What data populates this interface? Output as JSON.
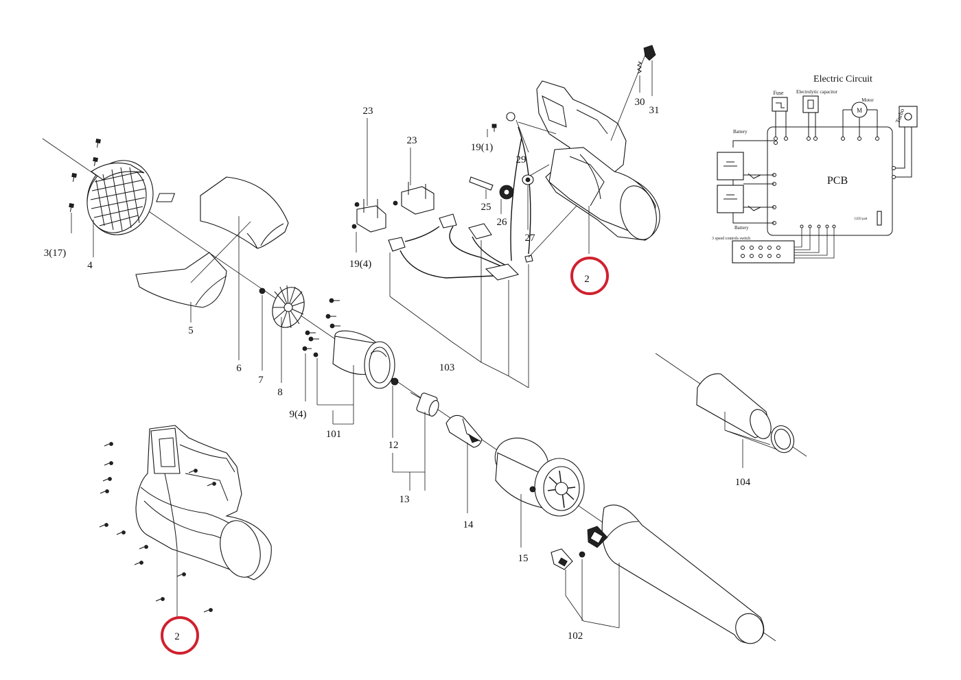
{
  "callouts": {
    "c3_17": "3(17)",
    "c4": "4",
    "c5": "5",
    "c6": "6",
    "c7": "7",
    "c8": "8",
    "c9_4": "9(4)",
    "c101": "101",
    "c12": "12",
    "c13": "13",
    "c14": "14",
    "c15": "15",
    "c102": "102",
    "c104": "104",
    "c103": "103",
    "c19_4": "19(4)",
    "c19_1": "19(1)",
    "c23a": "23",
    "c23b": "23",
    "c25": "25",
    "c26": "26",
    "c27": "27",
    "c29": "29",
    "c30": "30",
    "c31": "31",
    "c2_top": "2",
    "c2_bottom": "2"
  },
  "circuit": {
    "title": "Electric Circuit",
    "pcb": "PCB",
    "fuse": "Fuse",
    "capacitor": "Electrolytic capacitor",
    "motor": "Motor",
    "motor_symbol": "M",
    "turbo": "Turbo",
    "battery_top": "Battery",
    "battery_bottom": "Battery",
    "pad_controls": "3 speed controls switch",
    "led_pad": "LED pad"
  },
  "colors": {
    "highlight_ring": "#d0202e",
    "line": "#111111"
  }
}
